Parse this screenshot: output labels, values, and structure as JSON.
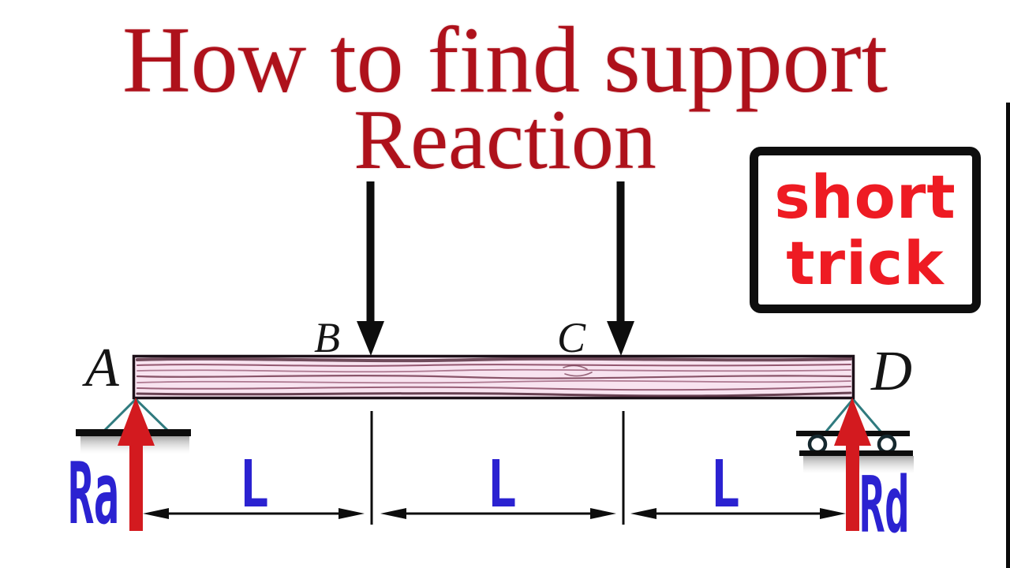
{
  "title": {
    "line1": "How to find support",
    "line2": "Reaction"
  },
  "badge": {
    "line1": "short",
    "line2": "trick"
  },
  "beam_diagram": {
    "support_left_label": "A",
    "load1_label": "B",
    "load2_label": "C",
    "support_right_label": "D",
    "reaction_left_label": "Ra",
    "reaction_right_label": "Rd",
    "spans": [
      {
        "label": "L"
      },
      {
        "label": "L"
      },
      {
        "label": "L"
      }
    ],
    "support_left_type": "pin",
    "support_right_type": "roller"
  },
  "colors": {
    "title_red": "#ae111b",
    "badge_red": "#ee1b23",
    "arrow_red": "#d31a1f",
    "label_blue": "#2b22d1",
    "beam_pink": "#f8e3f0",
    "grain_dark": "#6d2f47",
    "ink_black": "#0d0d0d",
    "support_teal": "#2f7a7e"
  }
}
